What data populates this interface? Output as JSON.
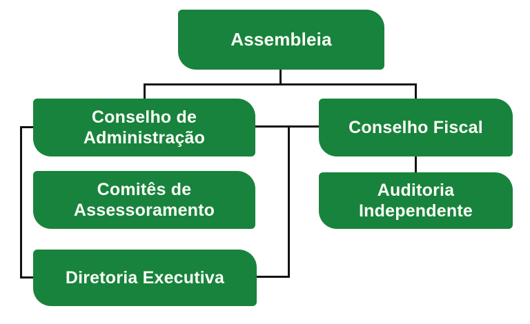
{
  "colors": {
    "node_green": "#18833C",
    "node_text": "#FCFDF7",
    "connector": "#111111",
    "background": "#FFFFFF"
  },
  "nodes": {
    "assembleia": {
      "label": "Assembleia"
    },
    "conselho_administracao": {
      "line1": "Conselho de",
      "line2": "Administração"
    },
    "conselho_fiscal": {
      "label": "Conselho Fiscal"
    },
    "comites_assessoramento": {
      "line1": "Comitês de",
      "line2": "Assessoramento"
    },
    "auditoria_independente": {
      "line1": "Auditoria",
      "line2": "Independente"
    },
    "diretoria_executiva": {
      "label": "Diretoria Executiva"
    }
  },
  "connections": [
    {
      "from": "assembleia",
      "to": "conselho_administracao"
    },
    {
      "from": "assembleia",
      "to": "conselho_fiscal"
    },
    {
      "from": "conselho_administracao",
      "to": "conselho_fiscal"
    },
    {
      "from": "conselho_administracao",
      "to": "diretoria_executiva"
    },
    {
      "from": "conselho_fiscal",
      "to": "auditoria_independente"
    }
  ]
}
